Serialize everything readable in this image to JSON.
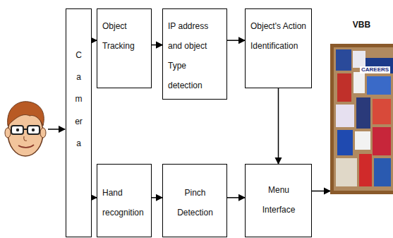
{
  "diagram": {
    "nodes": [
      {
        "text": [
          "Camera"
        ]
      },
      {
        "text": [
          "Object Tracking"
        ]
      },
      {
        "text": [
          "IP address and object Type detection"
        ]
      },
      {
        "text": [
          "Object's Action Identification"
        ]
      },
      {
        "text": [
          "Hand recognition"
        ]
      },
      {
        "text": [
          "Pinch Detection"
        ]
      },
      {
        "text": [
          "Menu Interface"
        ]
      },
      {
        "text": [
          "VBB"
        ]
      }
    ],
    "edges": [
      {
        "from": 0,
        "to": 1,
        "arrow": "to"
      },
      {
        "from": 1,
        "to": 2,
        "arrow": "to"
      },
      {
        "from": 2,
        "to": 3,
        "arrow": "to"
      },
      {
        "from": 3,
        "to": 6,
        "arrow": "to"
      },
      {
        "from": 0,
        "to": 4,
        "arrow": "to"
      },
      {
        "from": 4,
        "to": 5,
        "arrow": "to"
      },
      {
        "from": 5,
        "to": 6,
        "arrow": "to"
      },
      {
        "from": 6,
        "to": 7,
        "arrow": "to"
      }
    ],
    "labels": [
      "CAREERS"
    ]
  }
}
